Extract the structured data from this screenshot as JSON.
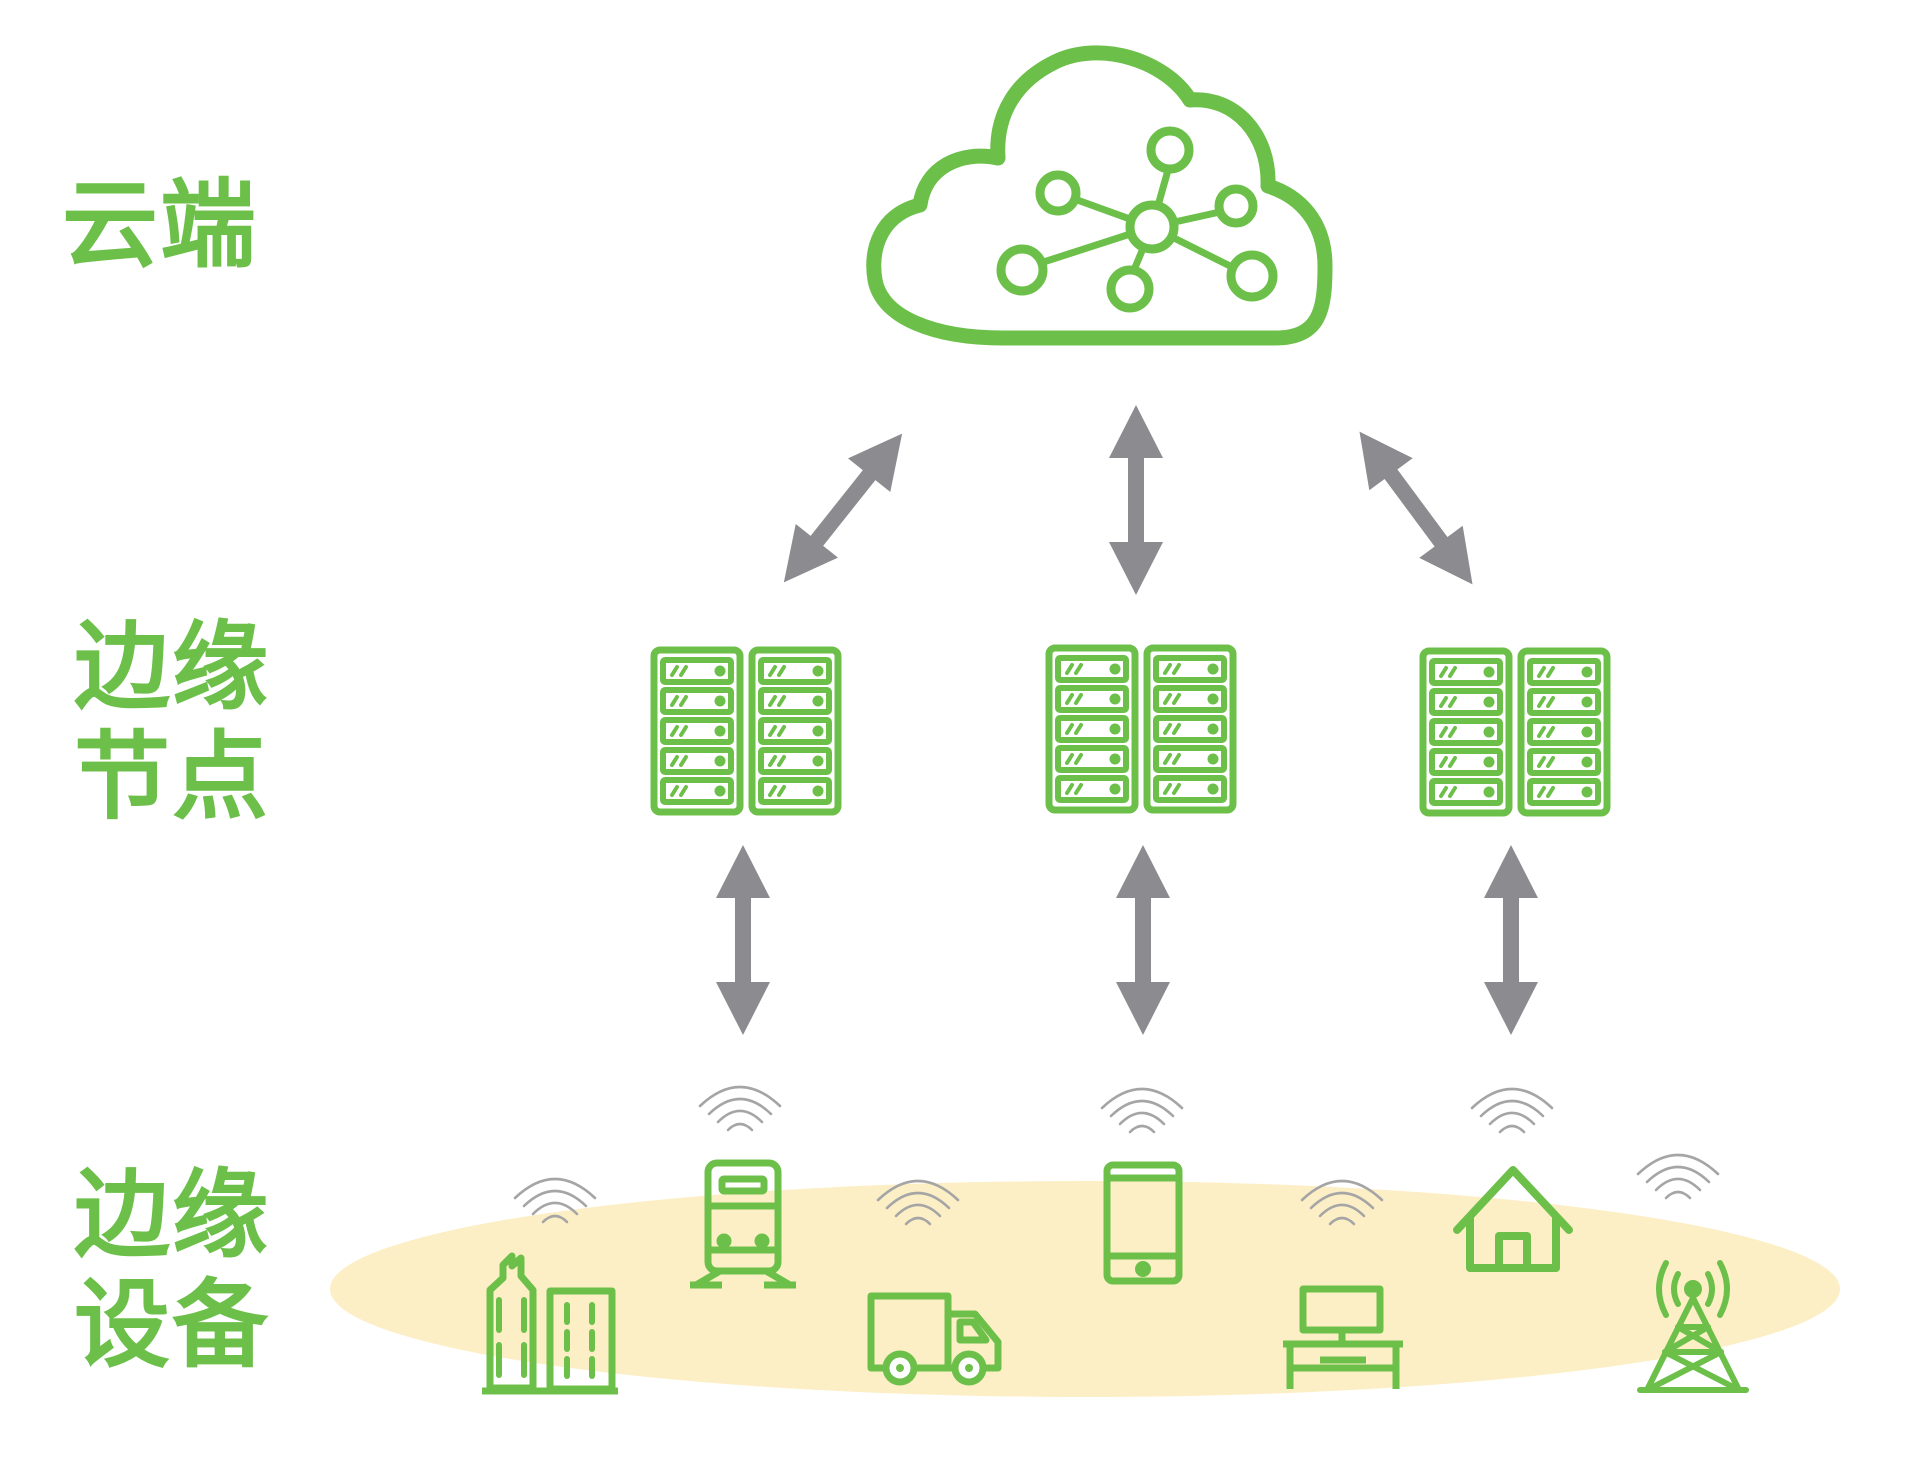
{
  "labels": {
    "cloud": "云端",
    "edge_node": [
      "边缘",
      "节点"
    ],
    "edge_device": [
      "边缘",
      "设备"
    ]
  },
  "colors": {
    "green": "#6cc04a",
    "arrow_gray": "#8c8b90",
    "wifi_gray": "#a5a5a5",
    "ground": "#fcefc6",
    "background": "#ffffff"
  },
  "icons": {
    "cloud": "cloud-network-icon",
    "edge_nodes": [
      "server-rack-icon",
      "server-rack-icon",
      "server-rack-icon"
    ],
    "edge_devices": [
      "office-buildings-icon",
      "train-icon",
      "delivery-truck-icon",
      "smartphone-icon",
      "desk-computer-icon",
      "house-icon",
      "radio-tower-icon"
    ],
    "connection": "double-arrow-icon",
    "signal": "wifi-signal-icon"
  }
}
